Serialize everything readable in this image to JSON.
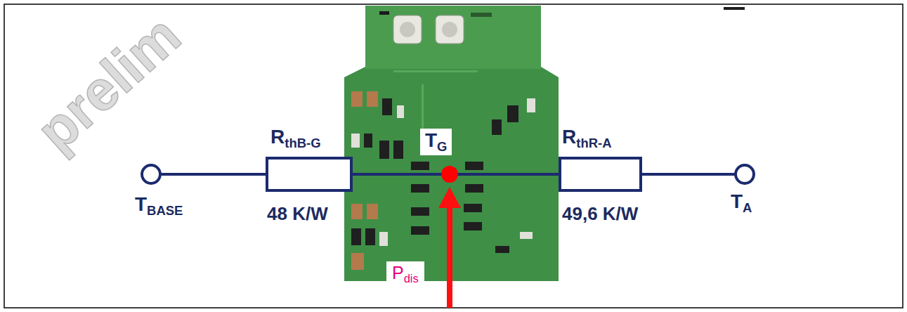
{
  "diagram": {
    "labels": [
      "prelim",
      "R",
      "thB-G",
      "T",
      "G",
      "R",
      "thR-A",
      "T",
      "BASE",
      "48 K/W",
      "49,6 K/W",
      "T",
      "A",
      "P",
      "dis"
    ]
  }
}
